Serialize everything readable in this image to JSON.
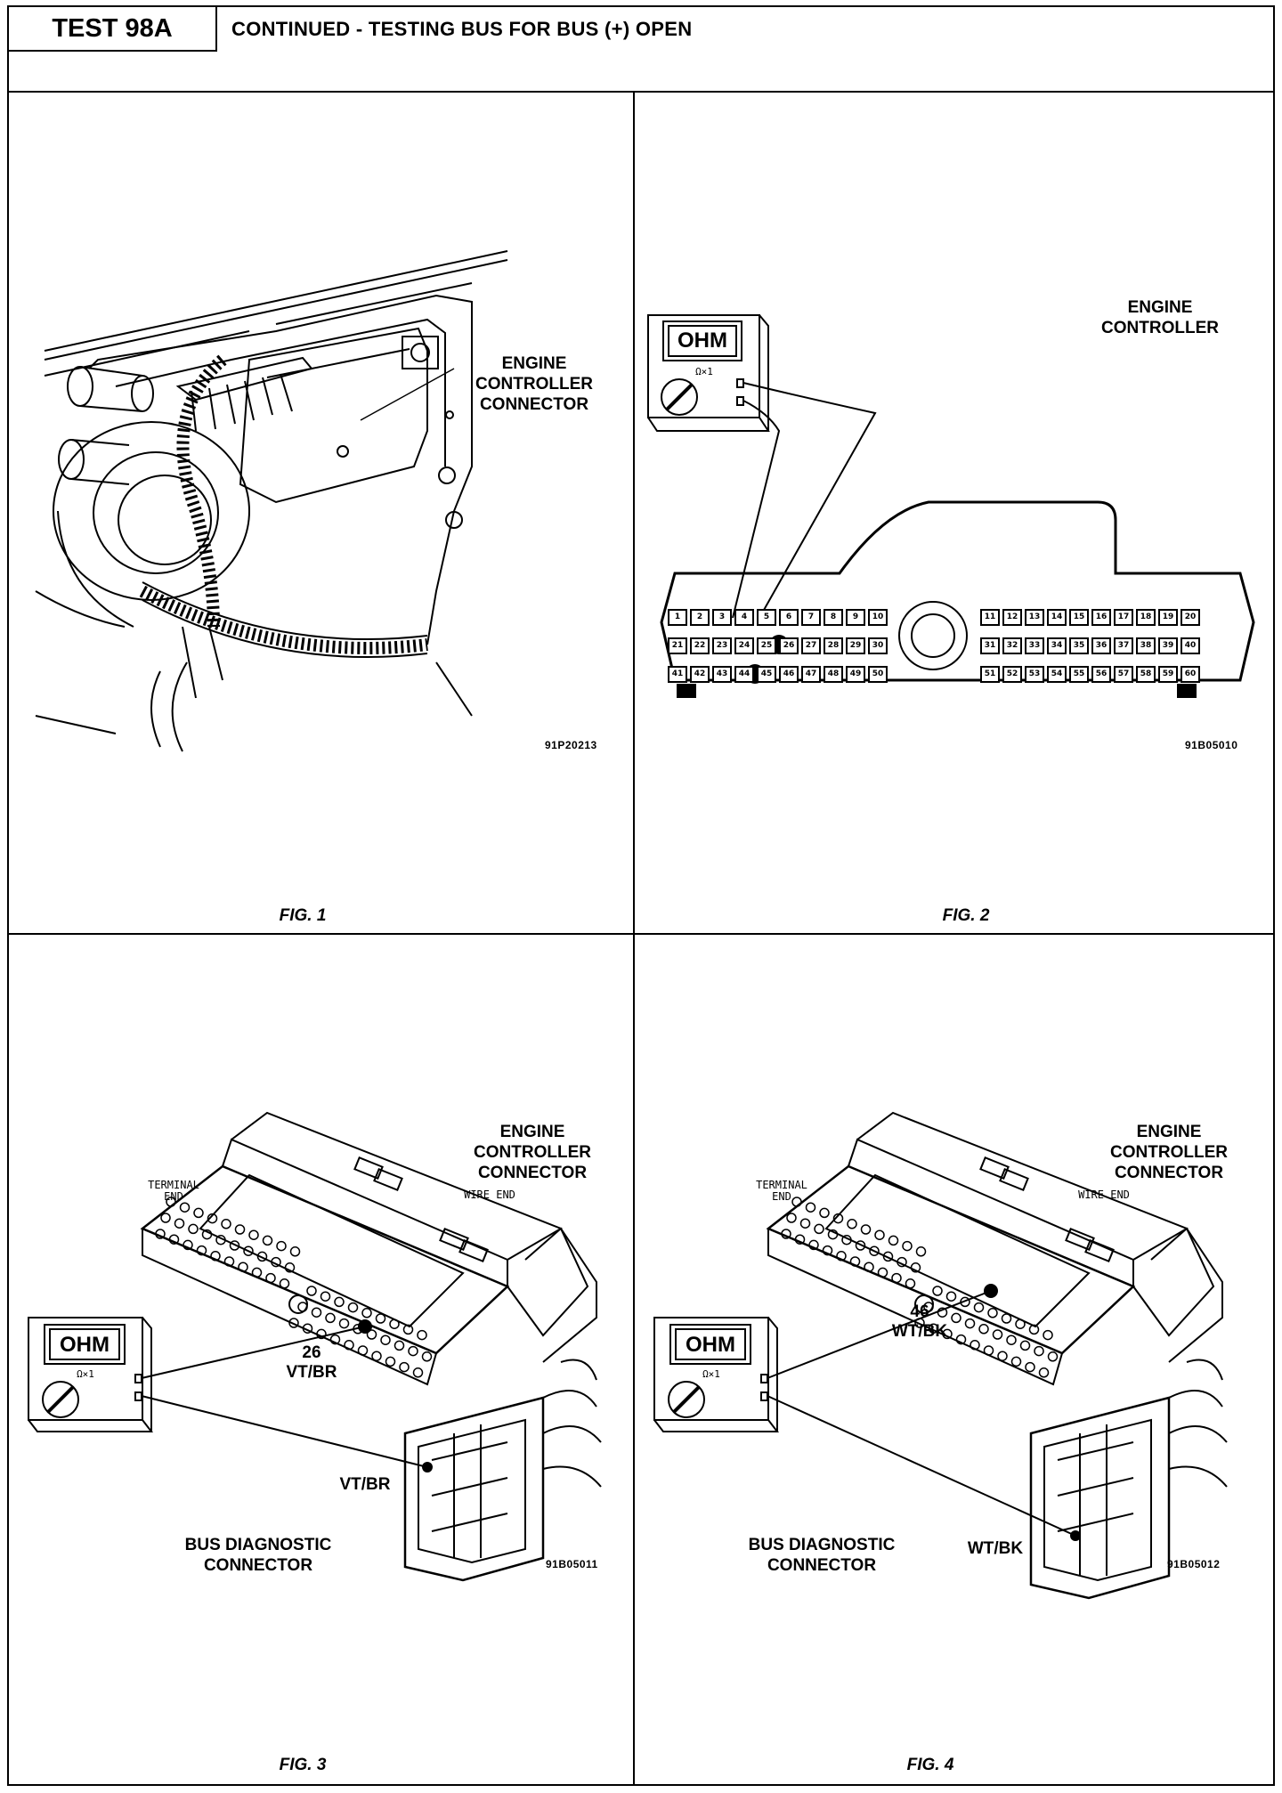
{
  "header": {
    "test_id": "TEST 98A",
    "title": "CONTINUED - TESTING BUS FOR BUS (+) OPEN"
  },
  "figures": [
    {
      "label": "FIG. 1",
      "code": "91P20213",
      "callout": [
        "ENGINE",
        "CONTROLLER",
        "CONNECTOR"
      ]
    },
    {
      "label": "FIG. 2",
      "code": "91B05010",
      "callout": [
        "ENGINE",
        "CONTROLLER"
      ],
      "meter": {
        "display": "OHM",
        "range": "Ω×1"
      },
      "terminal_rows": [
        [
          "1",
          "2",
          "3",
          "4",
          "5",
          "6",
          "7",
          "8",
          "9",
          "10"
        ],
        [
          "21",
          "22",
          "23",
          "24",
          "25",
          "26",
          "27",
          "28",
          "29",
          "30"
        ],
        [
          "41",
          "42",
          "43",
          "44",
          "45",
          "46",
          "47",
          "48",
          "49",
          "50"
        ]
      ],
      "terminal_rows_right": [
        [
          "11",
          "12",
          "13",
          "14",
          "15",
          "16",
          "17",
          "18",
          "19",
          "20"
        ],
        [
          "31",
          "32",
          "33",
          "34",
          "35",
          "36",
          "37",
          "38",
          "39",
          "40"
        ],
        [
          "51",
          "52",
          "53",
          "54",
          "55",
          "56",
          "57",
          "58",
          "59",
          "60"
        ]
      ]
    },
    {
      "label": "FIG. 3",
      "code": "91B05011",
      "callout": [
        "ENGINE",
        "CONTROLLER",
        "CONNECTOR"
      ],
      "terminal_end": [
        "TERMINAL",
        "END"
      ],
      "wire_end": "WIRE END",
      "meter": {
        "display": "OHM",
        "range": "Ω×1"
      },
      "pin": "26",
      "wire_color_1": "VT/BR",
      "wire_color_2": "VT/BR",
      "bus_connector": [
        "BUS DIAGNOSTIC",
        "CONNECTOR"
      ]
    },
    {
      "label": "FIG. 4",
      "code": "91B05012",
      "callout": [
        "ENGINE",
        "CONTROLLER",
        "CONNECTOR"
      ],
      "terminal_end": [
        "TERMINAL",
        "END"
      ],
      "wire_end": "WIRE END",
      "meter": {
        "display": "OHM",
        "range": "Ω×1"
      },
      "pin": "46",
      "wire_color_1": "WT/BK",
      "wire_color_2": "WT/BK",
      "bus_connector": [
        "BUS DIAGNOSTIC",
        "CONNECTOR"
      ]
    }
  ]
}
